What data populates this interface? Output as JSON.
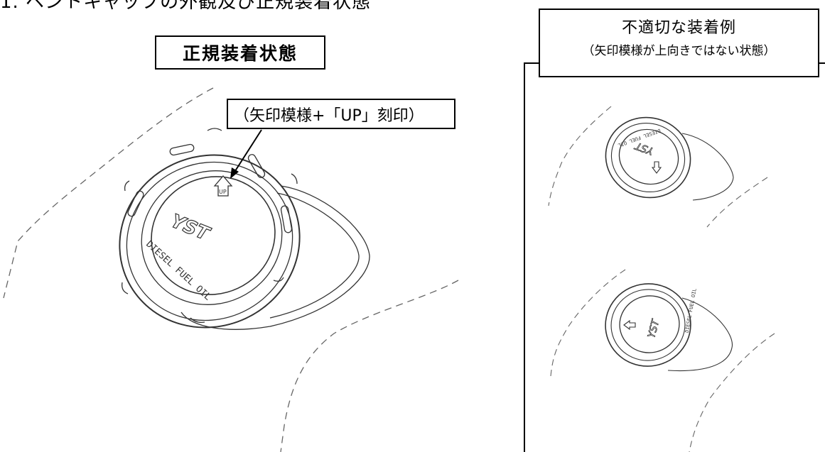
{
  "heading": "1. ベントキャップの外観及び正規装着状態",
  "proper": {
    "label": "正規装着状態",
    "engraving_callout": "（矢印模様+「UP」刻印）"
  },
  "improper": {
    "title": "不適切な装着例",
    "subtitle": "（矢印模様が上向きではない状態）"
  },
  "cap": {
    "brand": "YST",
    "fuel_text": "DIESEL FUEL OIL",
    "up_mark": "UP"
  }
}
